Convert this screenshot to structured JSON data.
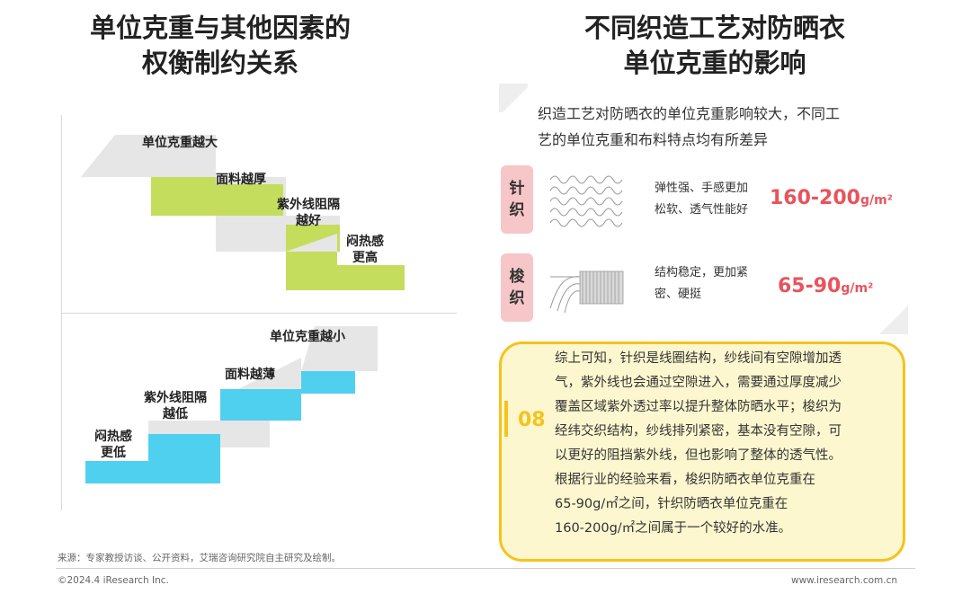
{
  "left": {
    "title_line1": "单位克重与其他因素的",
    "title_line2": "权衡制约关系",
    "upper_steps": [
      "单位克重越大",
      "面料越厚",
      "紫外线阻隔",
      "越好",
      "闷热感",
      "更高"
    ],
    "lower_steps": [
      "单位克重越小",
      "面料越薄",
      "紫外线阻隔",
      "越低",
      "闷热感",
      "更低"
    ]
  },
  "right": {
    "title_line1": "不同织造工艺对防晒衣",
    "title_line2": "单位克重的影响",
    "intro_line1": "织造工艺对防晒衣的单位克重影响较大，不同工",
    "intro_line2": "艺的单位克重和布料特点均有所差异",
    "knit": {
      "char1": "针",
      "char2": "织",
      "desc_line1": "弹性强、手感更加",
      "desc_line2": "松软、透气性能好",
      "weight": "160-200",
      "unit": "g/m²"
    },
    "woven": {
      "char1": "梭",
      "char2": "织",
      "desc_line1": "结构稳定，更加紧",
      "desc_line2": "密、硬挺",
      "weight": "65-90",
      "unit": "g/m²"
    },
    "summary_number": "08",
    "summary_lines": [
      "综上可知，针织是线圈结构，纱线间有空隙增加透",
      "气，紫外线也会通过空隙进入，需要通过厚度减少",
      "覆盖区域紫外透过率以提升整体防晒水平；梭织为",
      "经纬交织结构，纱线排列紧密，基本没有空隙，可",
      "以更好的阻挡紫外线，但也影响了整体的透气性。",
      "根据行业的经验来看，梭织防晒衣单位克重在",
      "65-90g/㎡之间，针织防晒衣单位克重在",
      "160-200g/㎡之间属于一个较好的水准。"
    ]
  },
  "footer": {
    "source": "来源：专家教授访谈、公开资料，艾瑞咨询研究院自主研究及绘制。",
    "copyright": "©2024.4 iResearch Inc.",
    "website": "www.iresearch.com.cn"
  },
  "colors": {
    "green": "#c5dd5d",
    "cyan": "#4fd0ee",
    "gray": "#e6e6e6",
    "pink": "#f6c6c8",
    "accent": "#e8545c",
    "yellow": "#f5c31c"
  }
}
